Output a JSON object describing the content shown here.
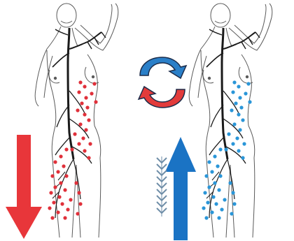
{
  "figures": [
    {
      "side": "left",
      "node_color": "#e0303a"
    },
    {
      "side": "right",
      "node_color": "#2a96d8"
    }
  ],
  "cycle_icon": {
    "top_arrow_color": "#2a7fc8",
    "bottom_arrow_color": "#e23b3b",
    "outline_color": "#1b2c4a"
  },
  "arrows": {
    "down": {
      "color": "#e8363a",
      "direction": "down"
    },
    "up": {
      "color": "#1a73c4",
      "direction": "up"
    },
    "chevrons": {
      "color": "#6f8ea8",
      "count": 9
    }
  },
  "line_color": "#5a5a5a",
  "vessel_color": "#1a1a1a"
}
